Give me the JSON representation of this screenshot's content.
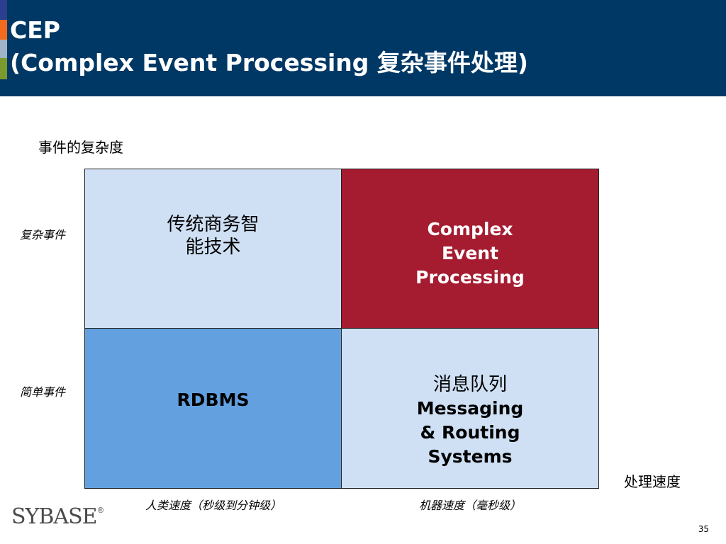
{
  "slide": {
    "title_line1": "CEP",
    "title_line2": "(Complex Event Processing 复杂事件处理)",
    "y_axis_title": "事件的复杂度",
    "x_axis_title": "处理速度",
    "rows": [
      {
        "label": "复杂事件"
      },
      {
        "label": "简单事件"
      }
    ],
    "columns": [
      {
        "label": "人类速度（秒级到分钟级）"
      },
      {
        "label": "机器速度（毫秒级）"
      }
    ],
    "cells": {
      "top_left": {
        "lines": [
          "传统商务智",
          "能技术"
        ]
      },
      "top_right": {
        "lines": [
          "Complex",
          "Event",
          "Processing"
        ]
      },
      "bottom_left": {
        "lines": [
          "RDBMS"
        ]
      },
      "bottom_right": {
        "lines": [
          "消息队列",
          "Messaging",
          "& Routing",
          "Systems"
        ]
      }
    },
    "logo_text": "SYBASE",
    "logo_mark": "®",
    "page_number": "35"
  },
  "colors": {
    "header": "#003865",
    "cell_light": "#cfe0f4",
    "cell_mid_blue": "#62a0df",
    "cell_red": "#a51c30"
  }
}
